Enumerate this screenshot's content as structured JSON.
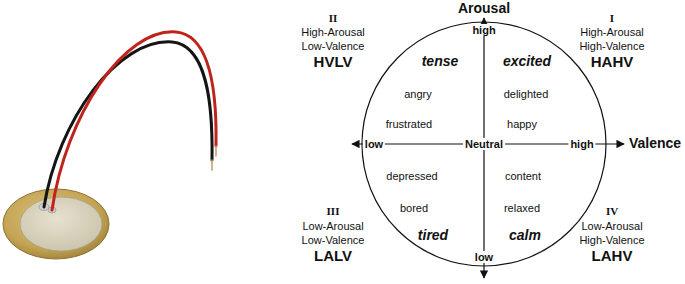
{
  "diagram": {
    "labels": [
      "II",
      "High-Arousal",
      "Low-Valence",
      "HVLV",
      "Arousal",
      "I",
      "High-Arousal",
      "High-Valence",
      "HAHV",
      "high",
      "tense",
      "excited",
      "angry",
      "delighted",
      "frustrated",
      "happy",
      "low",
      "Neutral",
      "high",
      "Valence",
      "depressed",
      "content",
      "bored",
      "relaxed",
      "III",
      "Low-Arousal",
      "Low-Valence",
      "LALV",
      "tired",
      "calm",
      "IV",
      "Low-Arousal",
      "High-Valence",
      "LAHV",
      "low"
    ]
  }
}
